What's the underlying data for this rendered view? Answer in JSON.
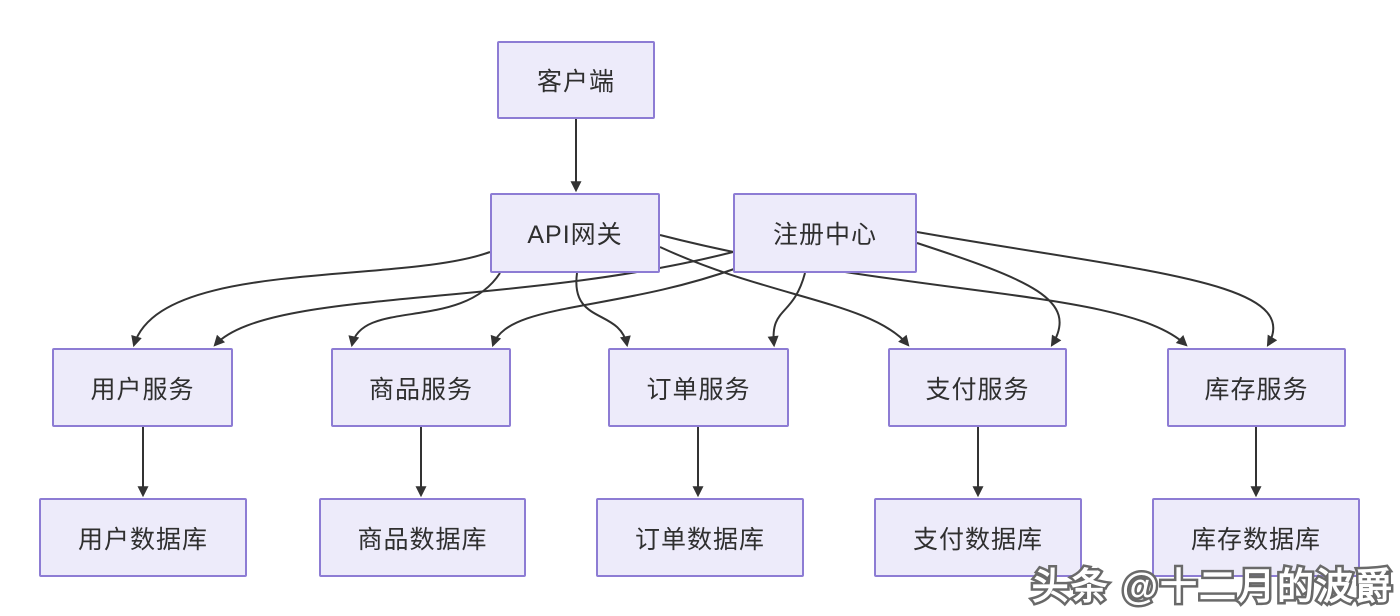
{
  "nodes": {
    "client": {
      "label": "客户端"
    },
    "api_gateway": {
      "label": "API网关"
    },
    "registry": {
      "label": "注册中心"
    },
    "user_service": {
      "label": "用户服务"
    },
    "product_service": {
      "label": "商品服务"
    },
    "order_service": {
      "label": "订单服务"
    },
    "payment_service": {
      "label": "支付服务"
    },
    "inventory_service": {
      "label": "库存服务"
    },
    "user_db": {
      "label": "用户数据库"
    },
    "product_db": {
      "label": "商品数据库"
    },
    "order_db": {
      "label": "订单数据库"
    },
    "payment_db": {
      "label": "支付数据库"
    },
    "inventory_db": {
      "label": "库存数据库"
    }
  },
  "edges": [
    {
      "from": "client",
      "to": "api_gateway"
    },
    {
      "from": "api_gateway",
      "to": "user_service"
    },
    {
      "from": "api_gateway",
      "to": "product_service"
    },
    {
      "from": "api_gateway",
      "to": "order_service"
    },
    {
      "from": "api_gateway",
      "to": "payment_service"
    },
    {
      "from": "api_gateway",
      "to": "inventory_service"
    },
    {
      "from": "registry",
      "to": "user_service"
    },
    {
      "from": "registry",
      "to": "product_service"
    },
    {
      "from": "registry",
      "to": "order_service"
    },
    {
      "from": "registry",
      "to": "payment_service"
    },
    {
      "from": "registry",
      "to": "inventory_service"
    },
    {
      "from": "user_service",
      "to": "user_db"
    },
    {
      "from": "product_service",
      "to": "product_db"
    },
    {
      "from": "order_service",
      "to": "order_db"
    },
    {
      "from": "payment_service",
      "to": "payment_db"
    },
    {
      "from": "inventory_service",
      "to": "inventory_db"
    }
  ],
  "colors": {
    "node_fill": "#edebfa",
    "node_border": "#8d7cd4",
    "arrow": "#333333",
    "text": "#2f2f2f",
    "watermark_fill": "#ffffff",
    "watermark_stroke": "#6a6a6a"
  },
  "watermark": {
    "text": "头条 @十二月的波爵"
  }
}
